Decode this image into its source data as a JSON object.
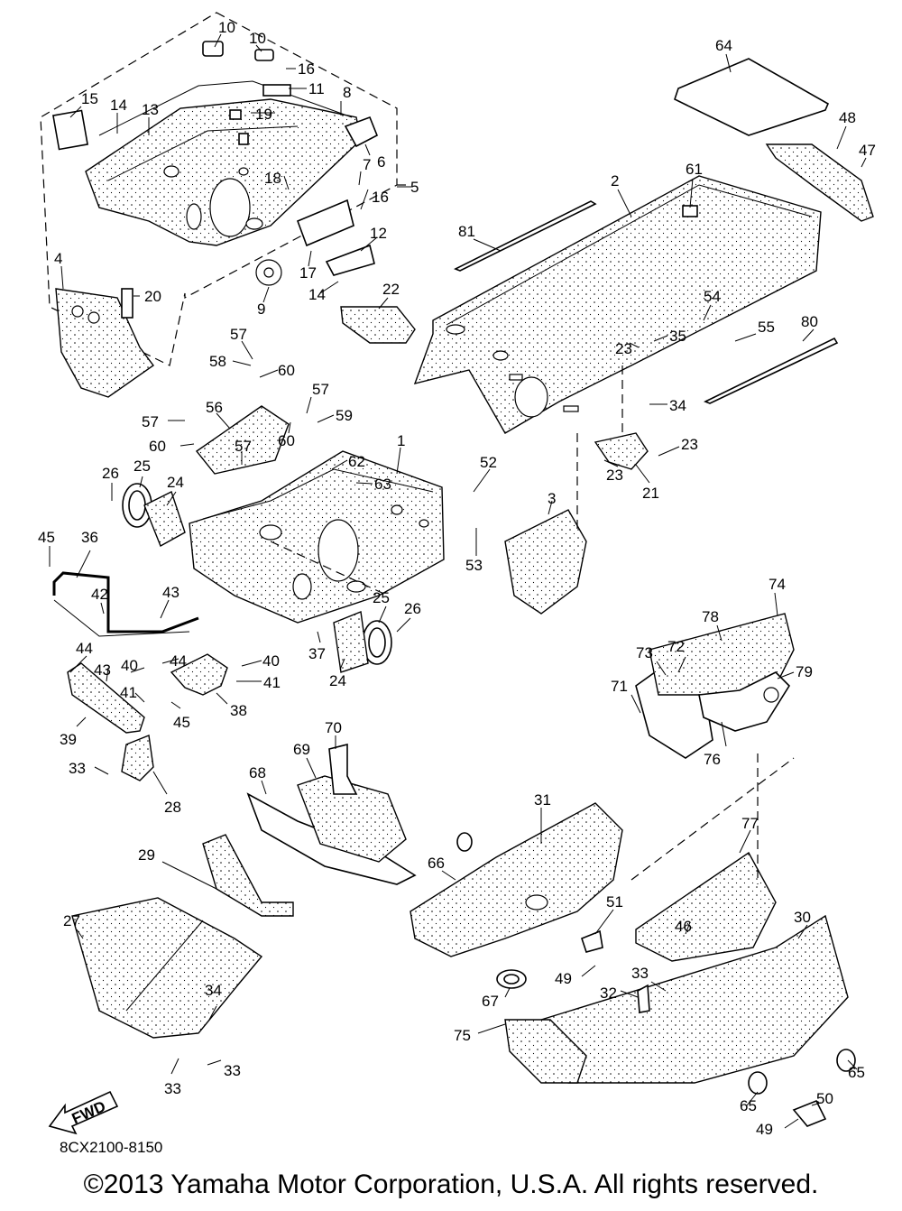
{
  "diagram": {
    "code": "8CX2100-8150",
    "fwd_label": "FWD",
    "copyright": "©2013 Yamaha Motor Corporation, U.S.A. All rights reserved.",
    "callouts": [
      {
        "id": "10a",
        "text": "10"
      },
      {
        "id": "10b",
        "text": "10"
      },
      {
        "id": "16a",
        "text": "16"
      },
      {
        "id": "11",
        "text": "11"
      },
      {
        "id": "8",
        "text": "8"
      },
      {
        "id": "15",
        "text": "15"
      },
      {
        "id": "14a",
        "text": "14"
      },
      {
        "id": "13",
        "text": "13"
      },
      {
        "id": "19",
        "text": "19"
      },
      {
        "id": "6",
        "text": "6"
      },
      {
        "id": "18",
        "text": "18"
      },
      {
        "id": "7",
        "text": "7"
      },
      {
        "id": "16b",
        "text": "16"
      },
      {
        "id": "5",
        "text": "5"
      },
      {
        "id": "12",
        "text": "12"
      },
      {
        "id": "17",
        "text": "17"
      },
      {
        "id": "14b",
        "text": "14"
      },
      {
        "id": "9",
        "text": "9"
      },
      {
        "id": "4",
        "text": "4"
      },
      {
        "id": "20",
        "text": "20"
      },
      {
        "id": "22",
        "text": "22"
      },
      {
        "id": "64",
        "text": "64"
      },
      {
        "id": "48",
        "text": "48"
      },
      {
        "id": "47",
        "text": "47"
      },
      {
        "id": "61",
        "text": "61"
      },
      {
        "id": "2",
        "text": "2"
      },
      {
        "id": "81",
        "text": "81"
      },
      {
        "id": "54",
        "text": "54"
      },
      {
        "id": "55",
        "text": "55"
      },
      {
        "id": "80",
        "text": "80"
      },
      {
        "id": "23a",
        "text": "23"
      },
      {
        "id": "35",
        "text": "35"
      },
      {
        "id": "34a",
        "text": "34"
      },
      {
        "id": "23b",
        "text": "23"
      },
      {
        "id": "23c",
        "text": "23"
      },
      {
        "id": "21",
        "text": "21"
      },
      {
        "id": "57a",
        "text": "57"
      },
      {
        "id": "58",
        "text": "58"
      },
      {
        "id": "60a",
        "text": "60"
      },
      {
        "id": "57b",
        "text": "57"
      },
      {
        "id": "59",
        "text": "59"
      },
      {
        "id": "57c",
        "text": "57"
      },
      {
        "id": "56",
        "text": "56"
      },
      {
        "id": "60b",
        "text": "60"
      },
      {
        "id": "60c",
        "text": "60"
      },
      {
        "id": "57d",
        "text": "57"
      },
      {
        "id": "1",
        "text": "1"
      },
      {
        "id": "62",
        "text": "62"
      },
      {
        "id": "63",
        "text": "63"
      },
      {
        "id": "52",
        "text": "52"
      },
      {
        "id": "3",
        "text": "3"
      },
      {
        "id": "53",
        "text": "53"
      },
      {
        "id": "26a",
        "text": "26"
      },
      {
        "id": "25a",
        "text": "25"
      },
      {
        "id": "24a",
        "text": "24"
      },
      {
        "id": "45a",
        "text": "45"
      },
      {
        "id": "36",
        "text": "36"
      },
      {
        "id": "42",
        "text": "42"
      },
      {
        "id": "43a",
        "text": "43"
      },
      {
        "id": "25b",
        "text": "25"
      },
      {
        "id": "26b",
        "text": "26"
      },
      {
        "id": "37",
        "text": "37"
      },
      {
        "id": "24b",
        "text": "24"
      },
      {
        "id": "44a",
        "text": "44"
      },
      {
        "id": "40a",
        "text": "40"
      },
      {
        "id": "44b",
        "text": "44"
      },
      {
        "id": "40b",
        "text": "40"
      },
      {
        "id": "41a",
        "text": "41"
      },
      {
        "id": "43b",
        "text": "43"
      },
      {
        "id": "41b",
        "text": "41"
      },
      {
        "id": "38",
        "text": "38"
      },
      {
        "id": "39",
        "text": "39"
      },
      {
        "id": "45b",
        "text": "45"
      },
      {
        "id": "33a",
        "text": "33"
      },
      {
        "id": "28",
        "text": "28"
      },
      {
        "id": "74",
        "text": "74"
      },
      {
        "id": "78",
        "text": "78"
      },
      {
        "id": "73",
        "text": "73"
      },
      {
        "id": "72",
        "text": "72"
      },
      {
        "id": "79",
        "text": "79"
      },
      {
        "id": "71",
        "text": "71"
      },
      {
        "id": "76",
        "text": "76"
      },
      {
        "id": "70",
        "text": "70"
      },
      {
        "id": "69",
        "text": "69"
      },
      {
        "id": "68",
        "text": "68"
      },
      {
        "id": "31",
        "text": "31"
      },
      {
        "id": "77",
        "text": "77"
      },
      {
        "id": "29",
        "text": "29"
      },
      {
        "id": "66",
        "text": "66"
      },
      {
        "id": "30",
        "text": "30"
      },
      {
        "id": "27",
        "text": "27"
      },
      {
        "id": "51",
        "text": "51"
      },
      {
        "id": "46",
        "text": "46"
      },
      {
        "id": "49a",
        "text": "49"
      },
      {
        "id": "33b",
        "text": "33"
      },
      {
        "id": "32",
        "text": "32"
      },
      {
        "id": "67",
        "text": "67"
      },
      {
        "id": "34b",
        "text": "34"
      },
      {
        "id": "75",
        "text": "75"
      },
      {
        "id": "65a",
        "text": "65"
      },
      {
        "id": "50",
        "text": "50"
      },
      {
        "id": "65b",
        "text": "65"
      },
      {
        "id": "33c",
        "text": "33"
      },
      {
        "id": "33d",
        "text": "33"
      },
      {
        "id": "49b",
        "text": "49"
      }
    ]
  }
}
